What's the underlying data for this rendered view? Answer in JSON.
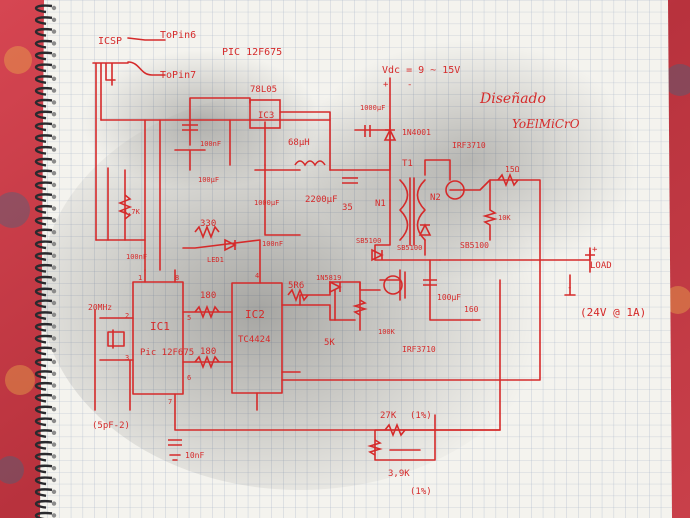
{
  "colors": {
    "ink": "#d52a2a",
    "paper": "#f4f3ee",
    "grid": "#a9b6c9",
    "cloth": "#c73a45"
  },
  "schematic": {
    "header_left": {
      "icsp": "ICSP",
      "to_pin6": "ToPin6",
      "to_pin7": "ToPin7",
      "pic": "PIC 12F675"
    },
    "supply": {
      "vdc": "Vdc = 9 ~ 15V",
      "plus": "+",
      "minus": "-"
    },
    "credit": {
      "designed": "Diseñado",
      "author": "YoElMiCrO"
    },
    "regulator": {
      "name": "78L05",
      "ref": "IC3"
    },
    "cap_labels": {
      "c_100nf_a": "100nF",
      "c_100uf": "100µF",
      "c_100nf_b": "100nF",
      "c_1000uf_input": "1000µF",
      "c_1000uf_mid": "1000µF",
      "c_2200uf": "2200µF",
      "c_voltage_35": "35",
      "c_10nf": "10nF",
      "c_100uf_out": "100µF",
      "c_voltage_160": "160",
      "c_100nf_c": "100nF"
    },
    "inductor": "68µH",
    "diodes": {
      "d1": "1N4001",
      "d2": "SB5100",
      "d3": "SB5100",
      "d4": "SB5100",
      "d5": "1N5819"
    },
    "mosfets": {
      "q1": "IRF3710",
      "q2": "IRF3710"
    },
    "transformer": {
      "ref": "T1",
      "n1": "N1",
      "n2": "N2"
    },
    "resistors": {
      "r1": "4,7K",
      "r2": "330",
      "r3": "180",
      "r4": "180",
      "r5": "5R6",
      "r6": "5K",
      "r7": "100K",
      "r8": "15Ω",
      "r9": "10K",
      "r10": "27K",
      "r10_tol": "(1%)",
      "r11": "3,9K",
      "r11_tol": "(1%)"
    },
    "ics": {
      "ic1": "IC1",
      "ic1_desc": "Pic 12F675",
      "ic2": "IC2",
      "ic2_desc": "TC4424"
    },
    "crystal": {
      "freq": "20MHz",
      "caps": "(5pF-2)"
    },
    "led": "LED1",
    "pins": {
      "p1": "1",
      "p2": "2",
      "p3": "3",
      "p4": "4",
      "p5": "5",
      "p6": "6",
      "p7": "7",
      "p8": "8"
    },
    "output": {
      "label": "LOAD",
      "rating": "(24V @ 1A)",
      "plus": "+",
      "minus": "-"
    }
  }
}
